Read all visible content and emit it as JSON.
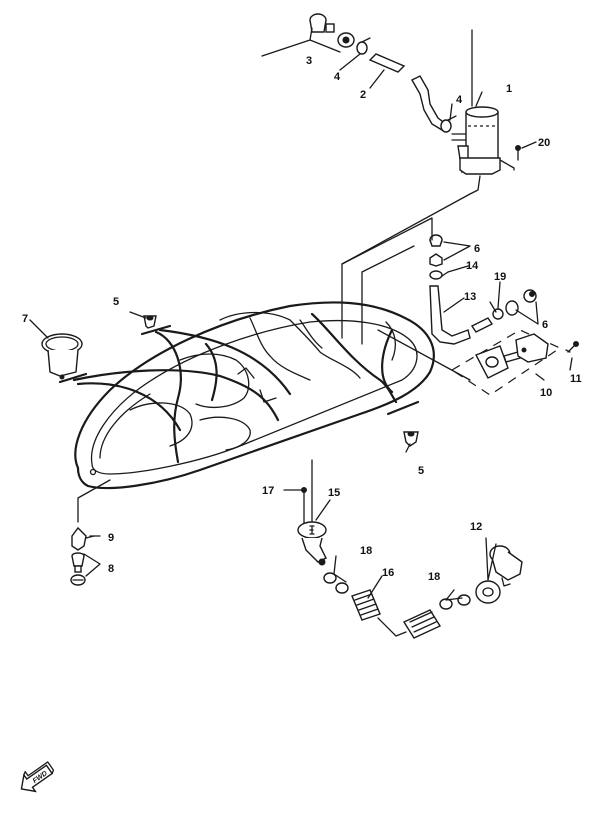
{
  "diagram": {
    "title": "Exploded parts diagram – hull accessories / bilge pump",
    "ink_color": "#1a1a1a",
    "background_color": "#ffffff",
    "callouts": [
      {
        "id": "c1",
        "number": "1",
        "part": "bilge-pump"
      },
      {
        "id": "c2",
        "number": "2",
        "part": "hose"
      },
      {
        "id": "c3",
        "number": "3",
        "part": "drain-fitting-set"
      },
      {
        "id": "c4a",
        "number": "4",
        "part": "hose-clamp"
      },
      {
        "id": "c4b",
        "number": "4",
        "part": "hose-clamp"
      },
      {
        "id": "c5a",
        "number": "5",
        "part": "plug"
      },
      {
        "id": "c5b",
        "number": "5",
        "part": "plug"
      },
      {
        "id": "c6a",
        "number": "6",
        "part": "fitting-set"
      },
      {
        "id": "c6b",
        "number": "6",
        "part": "fitting-set"
      },
      {
        "id": "c7",
        "number": "7",
        "part": "cup-holder"
      },
      {
        "id": "c8",
        "number": "8",
        "part": "drain-plug-set"
      },
      {
        "id": "c9",
        "number": "9",
        "part": "elbow-fitting"
      },
      {
        "id": "c10",
        "number": "10",
        "part": "switch-assembly"
      },
      {
        "id": "c11",
        "number": "11",
        "part": "screw"
      },
      {
        "id": "c12",
        "number": "12",
        "part": "outlet-fitting"
      },
      {
        "id": "c13",
        "number": "13",
        "part": "hose"
      },
      {
        "id": "c14",
        "number": "14",
        "part": "clamp"
      },
      {
        "id": "c15",
        "number": "15",
        "part": "strainer-inlet"
      },
      {
        "id": "c16",
        "number": "16",
        "part": "corrugated-hose"
      },
      {
        "id": "c17",
        "number": "17",
        "part": "screw"
      },
      {
        "id": "c18a",
        "number": "18",
        "part": "clamp-set"
      },
      {
        "id": "c18b",
        "number": "18",
        "part": "clamp-set"
      },
      {
        "id": "c19",
        "number": "19",
        "part": "clip"
      },
      {
        "id": "c20",
        "number": "20",
        "part": "screw"
      }
    ],
    "direction_indicator": {
      "label": "FWD",
      "icon": "arrow-left-icon"
    }
  }
}
